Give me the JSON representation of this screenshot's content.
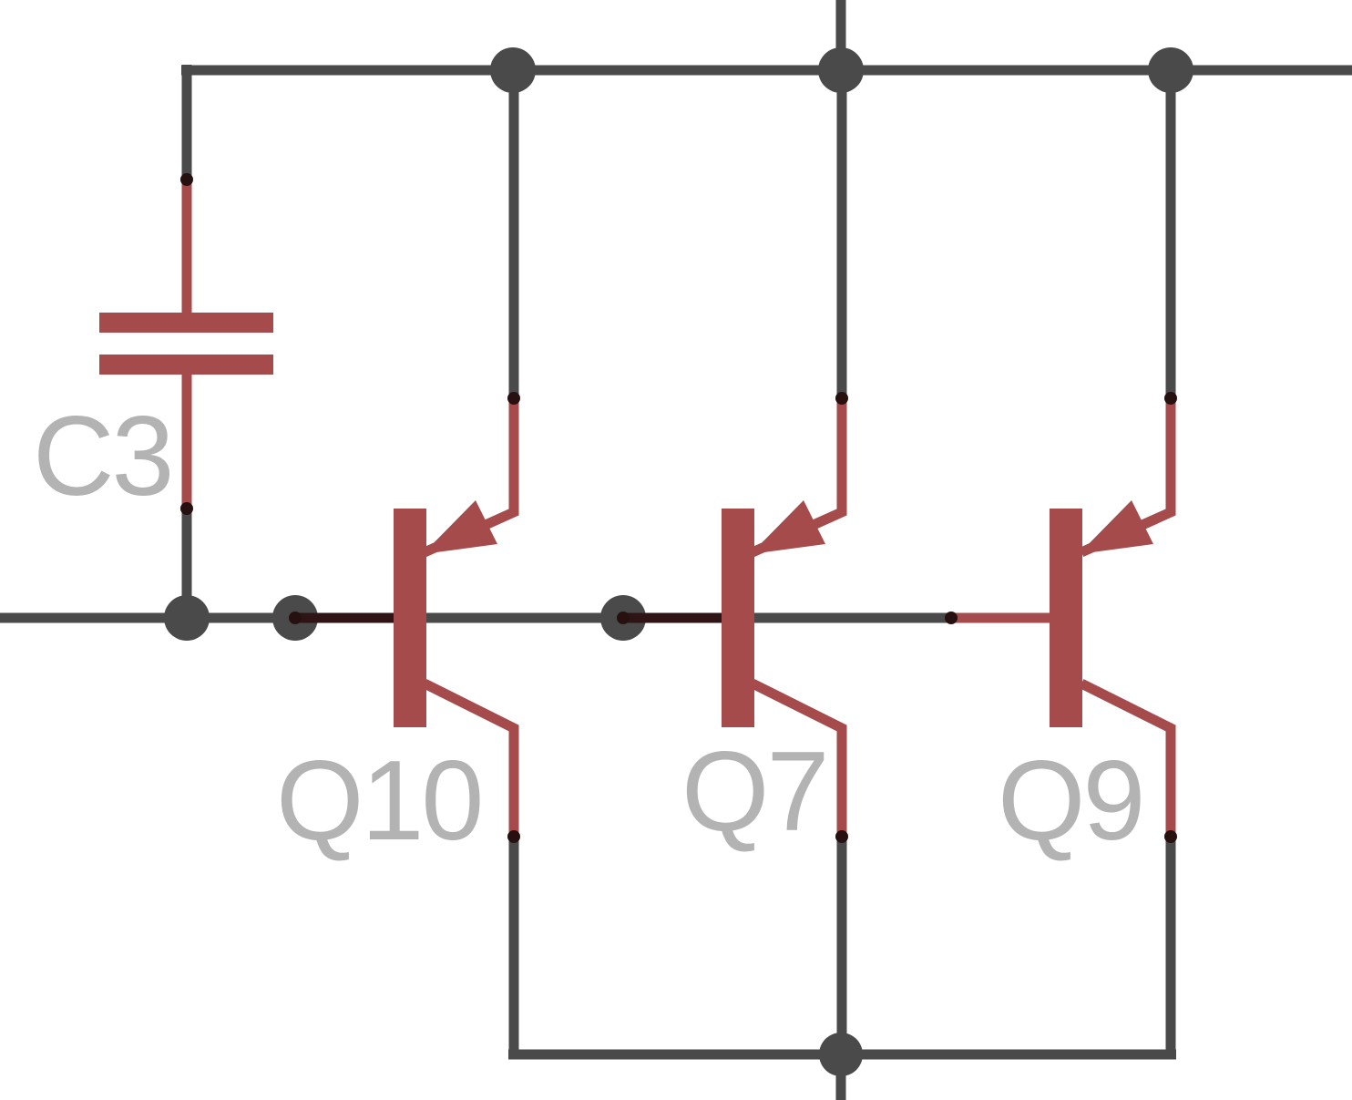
{
  "diagram": {
    "type": "circuit-schematic",
    "labels": {
      "capacitor": "C3",
      "transistor_left": "Q10",
      "transistor_middle": "Q7",
      "transistor_right": "Q9"
    },
    "components": [
      {
        "ref": "C3",
        "kind": "capacitor"
      },
      {
        "ref": "Q10",
        "kind": "pnp-transistor"
      },
      {
        "ref": "Q7",
        "kind": "pnp-transistor"
      },
      {
        "ref": "Q9",
        "kind": "pnp-transistor"
      }
    ]
  },
  "colors": {
    "background": "#ffffff",
    "wire": "#4a4a4a",
    "component": "#a54b4b",
    "overlap": "#2e1414",
    "pindot": "#261010",
    "label": "#b3b3b3"
  }
}
